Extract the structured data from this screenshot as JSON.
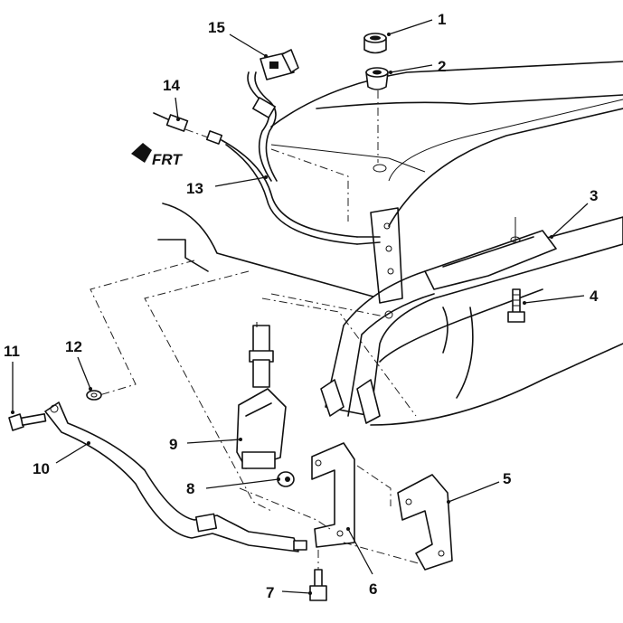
{
  "diagram": {
    "direction_label": "FRT",
    "callouts": [
      {
        "id": "1",
        "label": "1"
      },
      {
        "id": "2",
        "label": "2"
      },
      {
        "id": "3",
        "label": "3"
      },
      {
        "id": "4",
        "label": "4"
      },
      {
        "id": "5",
        "label": "5"
      },
      {
        "id": "6",
        "label": "6"
      },
      {
        "id": "7",
        "label": "7"
      },
      {
        "id": "8",
        "label": "8"
      },
      {
        "id": "9",
        "label": "9"
      },
      {
        "id": "10",
        "label": "10"
      },
      {
        "id": "11",
        "label": "11"
      },
      {
        "id": "12",
        "label": "12"
      },
      {
        "id": "13",
        "label": "13"
      },
      {
        "id": "14",
        "label": "14"
      },
      {
        "id": "15",
        "label": "15"
      }
    ]
  }
}
